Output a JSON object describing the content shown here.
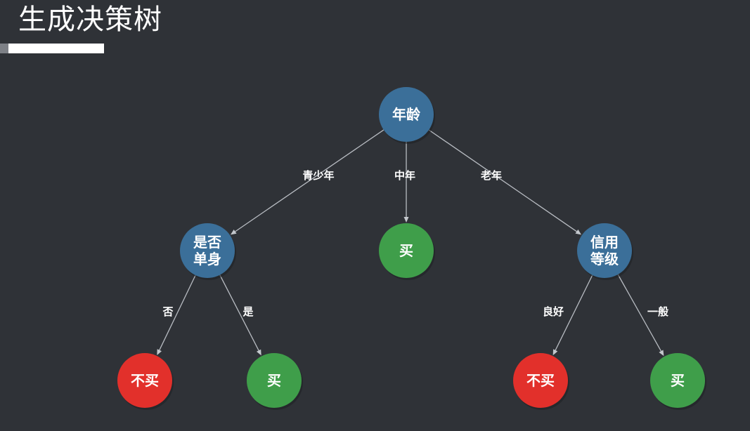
{
  "title": "生成决策树",
  "colors": {
    "background": "#2f3237",
    "decision": "#3b6f99",
    "buy": "#3f9e4a",
    "no_buy": "#e2302b"
  },
  "tree": {
    "root": {
      "label_lines": [
        "年龄"
      ],
      "kind": "decision"
    },
    "level1": [
      {
        "edge_label": "青少年",
        "label_lines": [
          "是否",
          "单身"
        ],
        "kind": "decision"
      },
      {
        "edge_label": "中年",
        "label_lines": [
          "买"
        ],
        "kind": "buy"
      },
      {
        "edge_label": "老年",
        "label_lines": [
          "信用",
          "等级"
        ],
        "kind": "decision"
      }
    ],
    "level2": [
      {
        "parent": 0,
        "edge_label": "否",
        "label_lines": [
          "不买"
        ],
        "kind": "no_buy"
      },
      {
        "parent": 0,
        "edge_label": "是",
        "label_lines": [
          "买"
        ],
        "kind": "buy"
      },
      {
        "parent": 2,
        "edge_label": "良好",
        "label_lines": [
          "不买"
        ],
        "kind": "no_buy"
      },
      {
        "parent": 2,
        "edge_label": "一般",
        "label_lines": [
          "买"
        ],
        "kind": "buy"
      }
    ]
  }
}
